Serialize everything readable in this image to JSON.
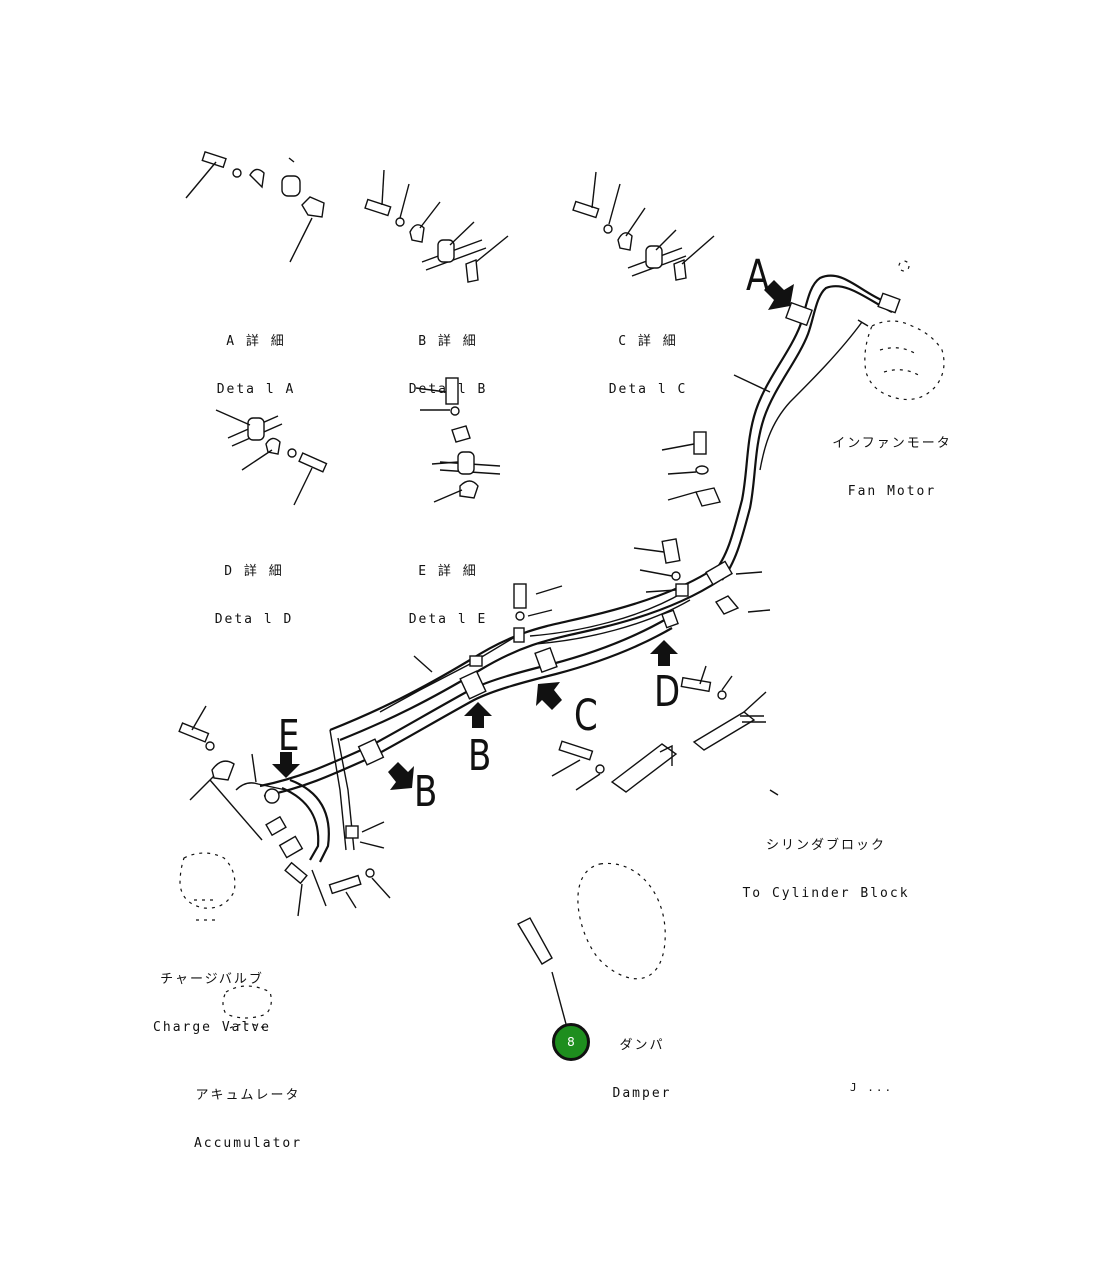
{
  "details": [
    {
      "jp": "A 詳 細",
      "en": "Deta l A"
    },
    {
      "jp": "B 詳 細",
      "en": "Deta l B"
    },
    {
      "jp": "C 詳 細",
      "en": "Deta l C"
    },
    {
      "jp": "D 詳 細",
      "en": "Deta l D"
    },
    {
      "jp": "E 詳 細",
      "en": "Deta l E"
    }
  ],
  "pointers": {
    "a": "A",
    "b1": "B",
    "b2": "B",
    "c": "C",
    "d": "D",
    "e": "E"
  },
  "components": {
    "fan_motor": {
      "jp": "インファンモータ",
      "en": "Fan Motor"
    },
    "cylinder_block": {
      "jp": "シリンダブロック",
      "en": "To Cylinder Block"
    },
    "charge_valve": {
      "jp": "チャージバルブ",
      "en": "Charge Valve"
    },
    "damper": {
      "jp": "ダンパ",
      "en": "Damper"
    },
    "accumulator": {
      "jp": "アキュムレータ",
      "en": "Accumulator"
    }
  },
  "badge": "8",
  "drawing_code": "J ..."
}
